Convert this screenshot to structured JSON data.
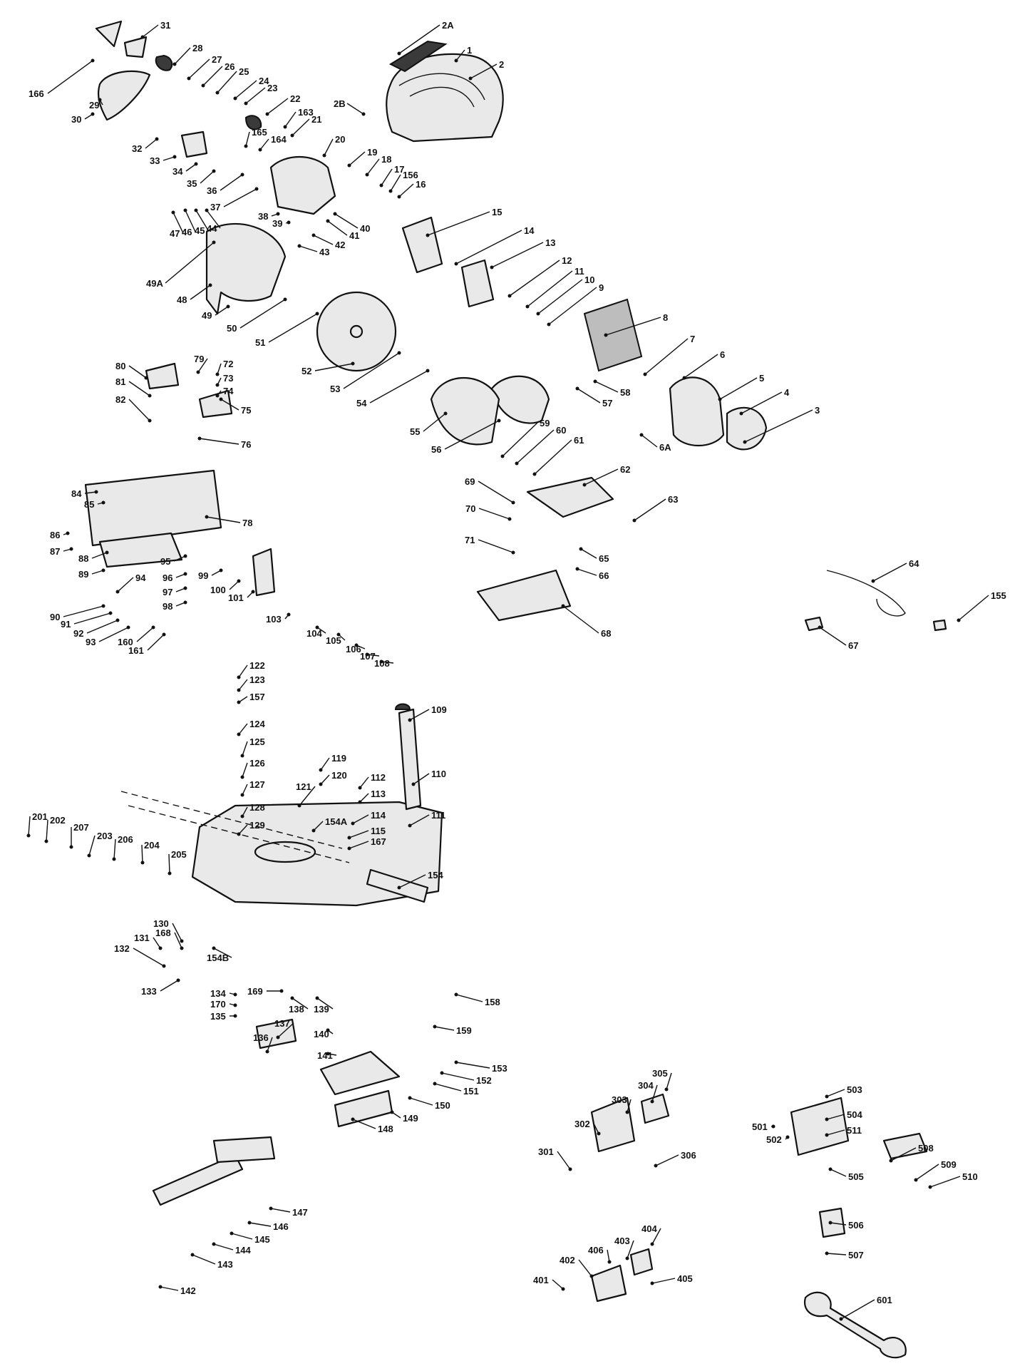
{
  "labels": [
    "1",
    "2",
    "2A",
    "2B",
    "3",
    "4",
    "5",
    "6",
    "6A",
    "7",
    "8",
    "9",
    "10",
    "11",
    "12",
    "13",
    "14",
    "15",
    "16",
    "17",
    "18",
    "19",
    "20",
    "21",
    "22",
    "23",
    "24",
    "25",
    "26",
    "27",
    "28",
    "29",
    "30",
    "31",
    "32",
    "33",
    "34",
    "35",
    "36",
    "37",
    "38",
    "39",
    "40",
    "41",
    "42",
    "43",
    "44",
    "45",
    "46",
    "47",
    "48",
    "49",
    "49A",
    "50",
    "51",
    "52",
    "53",
    "54",
    "55",
    "56",
    "57",
    "58",
    "59",
    "60",
    "61",
    "62",
    "63",
    "64",
    "65",
    "66",
    "67",
    "68",
    "69",
    "70",
    "71",
    "72",
    "73",
    "74",
    "75",
    "76",
    "78",
    "79",
    "80",
    "81",
    "82",
    "84",
    "85",
    "86",
    "87",
    "88",
    "89",
    "90",
    "91",
    "92",
    "93",
    "94",
    "95",
    "96",
    "97",
    "98",
    "99",
    "100",
    "101",
    "103",
    "104",
    "105",
    "106",
    "107",
    "108",
    "109",
    "110",
    "111",
    "112",
    "113",
    "114",
    "115",
    "119",
    "120",
    "121",
    "122",
    "123",
    "124",
    "125",
    "126",
    "127",
    "128",
    "129",
    "130",
    "131",
    "132",
    "133",
    "134",
    "135",
    "136",
    "137",
    "138",
    "139",
    "140",
    "141",
    "142",
    "143",
    "144",
    "145",
    "146",
    "147",
    "148",
    "149",
    "150",
    "151",
    "152",
    "153",
    "154",
    "154A",
    "154B",
    "155",
    "156",
    "157",
    "158",
    "159",
    "160",
    "161",
    "163",
    "164",
    "165",
    "166",
    "167",
    "168",
    "169",
    "170",
    "201",
    "202",
    "203",
    "204",
    "205",
    "206",
    "207",
    "301",
    "302",
    "303",
    "304",
    "305",
    "306",
    "401",
    "402",
    "403",
    "404",
    "405",
    "406",
    "501",
    "502",
    "503",
    "504",
    "505",
    "506",
    "507",
    "508",
    "509",
    "510",
    "511",
    "601"
  ]
}
